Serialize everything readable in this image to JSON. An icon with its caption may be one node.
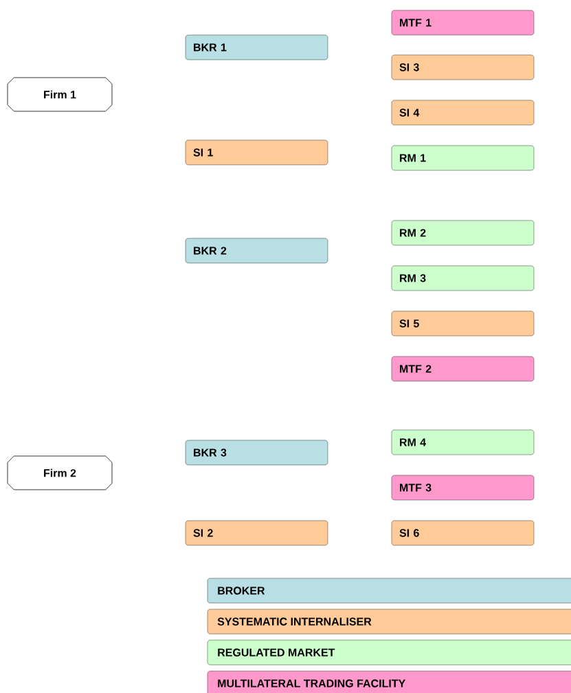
{
  "diagram": {
    "nodes": [
      {
        "text": [
          "MTF 1"
        ]
      },
      {
        "text": [
          "BKR 1"
        ]
      },
      {
        "text": [
          "SI 3"
        ]
      },
      {
        "text": [
          "Firm 1"
        ]
      },
      {
        "text": [
          "SI 4"
        ]
      },
      {
        "text": [
          "SI 1"
        ]
      },
      {
        "text": [
          "RM 1"
        ]
      },
      {
        "text": [
          "RM 2"
        ]
      },
      {
        "text": [
          "BKR 2"
        ]
      },
      {
        "text": [
          "RM 3"
        ]
      },
      {
        "text": [
          "SI 5"
        ]
      },
      {
        "text": [
          "MTF 2"
        ]
      },
      {
        "text": [
          "RM 4"
        ]
      },
      {
        "text": [
          "BKR 3"
        ]
      },
      {
        "text": [
          "Firm 2"
        ]
      },
      {
        "text": [
          "MTF 3"
        ]
      },
      {
        "text": [
          "SI 2"
        ]
      },
      {
        "text": [
          "SI 6"
        ]
      }
    ],
    "legend": [
      {
        "text": "BROKER",
        "color": "#b8dfe3"
      },
      {
        "text": "SYSTEMATIC INTERNALISER",
        "color": "#ffcc99"
      },
      {
        "text": "REGULATED MARKET",
        "color": "#ccffcc"
      },
      {
        "text": "MULTILATERAL TRADING FACILITY",
        "color": "#ff99cc"
      }
    ]
  }
}
